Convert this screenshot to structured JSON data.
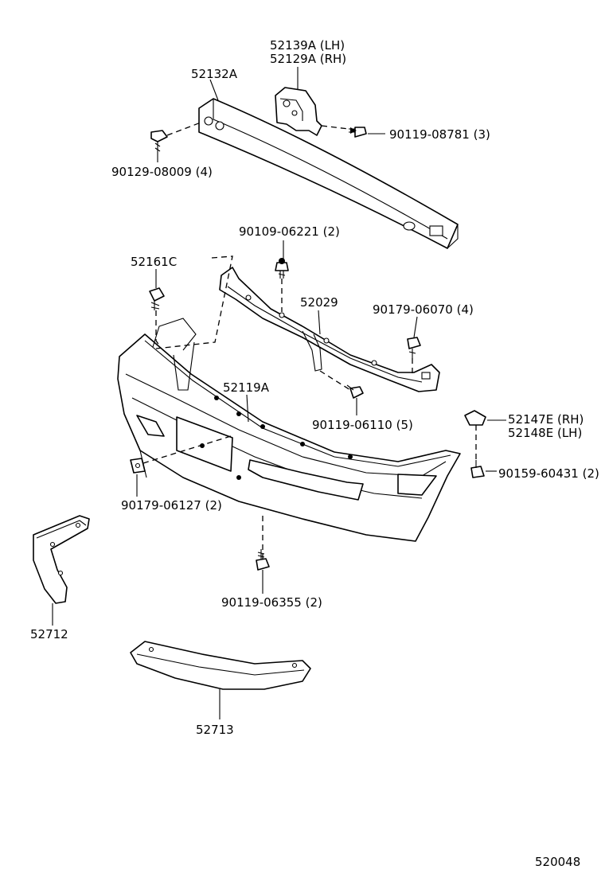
{
  "diagram_id": "520048",
  "parts": [
    {
      "key": "bracket_lh",
      "number": "52139A (LH)"
    },
    {
      "key": "bracket_rh",
      "number": "52129A (RH)"
    },
    {
      "key": "reinforcement",
      "number": "52132A"
    },
    {
      "key": "bolt_08781",
      "number": "90119-08781 (3)"
    },
    {
      "key": "bolt_08009",
      "number": "90129-08009 (4)"
    },
    {
      "key": "screw_06221",
      "number": "90109-06221 (2)"
    },
    {
      "key": "retainer_52161",
      "number": "52161C"
    },
    {
      "key": "support_52029",
      "number": "52029"
    },
    {
      "key": "clip_06070",
      "number": "90179-06070 (4)"
    },
    {
      "key": "bumper_cover",
      "number": "52119A"
    },
    {
      "key": "bolt_06110",
      "number": "90119-06110 (5)"
    },
    {
      "key": "spacer_rh",
      "number": "52147E (RH)"
    },
    {
      "key": "spacer_lh",
      "number": "52148E (LH)"
    },
    {
      "key": "screw_60431",
      "number": "90159-60431 (2)"
    },
    {
      "key": "nut_06127",
      "number": "90179-06127 (2)"
    },
    {
      "key": "bolt_06355",
      "number": "90119-06355 (2)"
    },
    {
      "key": "moulding_52712",
      "number": "52712"
    },
    {
      "key": "moulding_52713",
      "number": "52713"
    }
  ]
}
